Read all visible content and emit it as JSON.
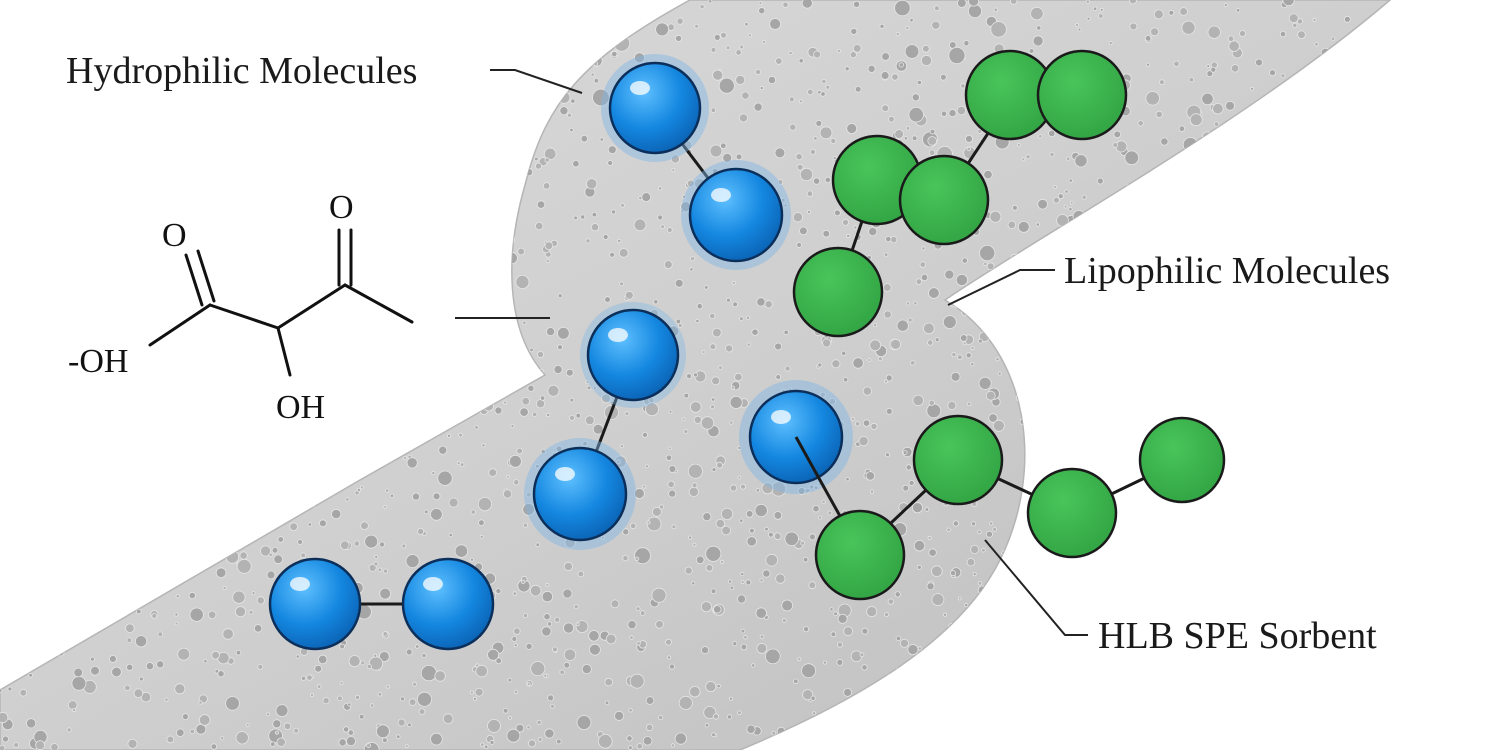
{
  "labels": {
    "hydrophilic": "Hydrophilic Molecules",
    "lipophilic": "Lipophilic Molecules",
    "sorbent": "HLB SPE Sorbent"
  },
  "structure": {
    "o_left": "O",
    "o_right": "O",
    "oh_left": "-OH",
    "oh_bottom": "OH"
  },
  "colors": {
    "hydrophilic": "#1487e0",
    "hydrophilic_glow": "#7fb6e6",
    "lipophilic": "#36b24a",
    "sorbent": "#c9c9c9",
    "pore": "#a3a3a3"
  }
}
